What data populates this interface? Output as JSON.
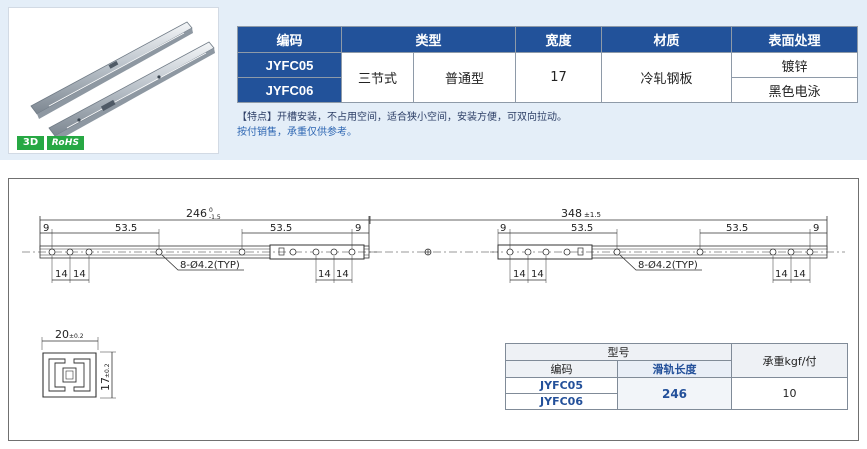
{
  "spec_table": {
    "headers": [
      "编码",
      "类型",
      "宽度",
      "材质",
      "表面处理"
    ],
    "codes": [
      "JYFC05",
      "JYFC06"
    ],
    "type_values": [
      "三节式",
      "普通型"
    ],
    "width": "17",
    "material": "冷轧钢板",
    "finishes": [
      "镀锌",
      "黑色电泳"
    ]
  },
  "badges": {
    "three_d": "3D",
    "rohs": "RoHS"
  },
  "notes": {
    "features": "【特点】开槽安装，不占用空间，适合狭小空间，安装方便，可双向拉动。",
    "sales": "按付销售，承重仅供参考。"
  },
  "drawing": {
    "left_rail": {
      "length_label": "246",
      "tol_upper": "0",
      "tol_lower": "-1.5",
      "dims": [
        "9",
        "53.5",
        "53.5",
        "9"
      ],
      "small_dims": [
        "14",
        "14",
        "14",
        "14"
      ],
      "hole_note": "8-Ø4.2(TYP)"
    },
    "right_rail": {
      "length_label": "348",
      "tol": "±1.5",
      "dims": [
        "9",
        "53.5",
        "53.5",
        "9"
      ],
      "small_dims": [
        "14",
        "14",
        "14",
        "14"
      ],
      "hole_note": "8-Ø4.2(TYP)"
    },
    "section": {
      "width_label": "20",
      "width_tol": "±0.2",
      "height_label": "17",
      "height_tol": "±0.2"
    }
  },
  "load_table": {
    "header_model": "型号",
    "header_code": "编码",
    "header_rail_length": "滑轨长度",
    "header_load": "承重kgf/付",
    "codes": [
      "JYFC05",
      "JYFC06"
    ],
    "rail_length": "246",
    "load": "10"
  },
  "colors": {
    "header_blue": "#22529a",
    "band": "#e4eef8",
    "badge_green": "#27a844"
  }
}
